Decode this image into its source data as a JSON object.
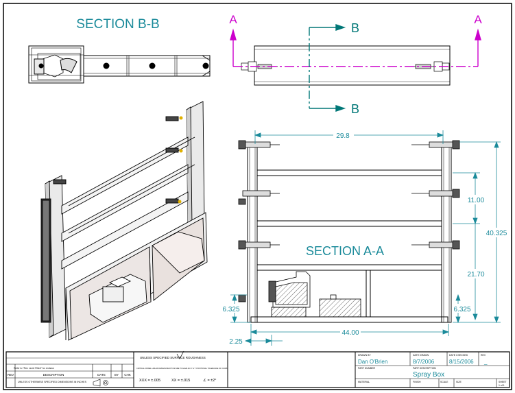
{
  "drawing": {
    "sections": {
      "section_bb_title": "SECTION B-B",
      "section_aa_title": "SECTION A-A",
      "cut_marker_a": "A",
      "cut_marker_b": "B"
    },
    "dimensions": {
      "width_top": "29.8",
      "shelf_spacing": "11.00",
      "overall_height": "40.325",
      "lower_height": "21.70",
      "left_foot": "6.325",
      "right_foot": "6.325",
      "left_offset": "2.25",
      "overall_width": "44.00"
    },
    "colors": {
      "section_label": "#1a8a9a",
      "cut_line_a": "#cc00cc",
      "cut_line_b": "#007777",
      "dimension": "#1a8a9a",
      "line": "#000000"
    }
  },
  "title_block": {
    "revision_note": "Refer to \"Rev Level Filled\" for revision",
    "rev_header": "REV",
    "description_header": "DESCRIPTION",
    "date_header": "DATE",
    "by_header": "BY",
    "chk_header": "CHK",
    "unless_specified": "UNLESS OTHERWISE SPECIFIED DIMENSIONS IN INCHES",
    "surface_roughness": "UNLESS SPECIFIED  SURFACE ROUGHNESS",
    "critical_note": "CRITICAL DOWEL HOLES DESIGNATED BY ## ARE TO HAVE AN X' & Y' POSITIONAL TOLERANCE OF ±0.005",
    "tol_xxx": "XXX = ±.005",
    "tol_xx": "XX = ±.015",
    "tol_angle": "∠ = ±2°",
    "drawn_by_label": "DRAWN BY",
    "drawn_by": "Dan O'Brien",
    "date_label": "DATE DRAWN",
    "date": "8/7/2006",
    "date_checked_label": "DATE CHECKED",
    "date_checked": "8/15/2006",
    "rev_label": "REV",
    "rev_value": "_",
    "part_number_label": "PART NUMBER",
    "part_description_label": "PART DESCRIPTION",
    "part_description": "Spray Box",
    "material_label": "MATERIAL",
    "finish_label": "FINISH",
    "scale_label": "SCALE",
    "size_label": "SIZE",
    "sheet_label": "SHEET",
    "sheet_value": "1 of 1"
  }
}
